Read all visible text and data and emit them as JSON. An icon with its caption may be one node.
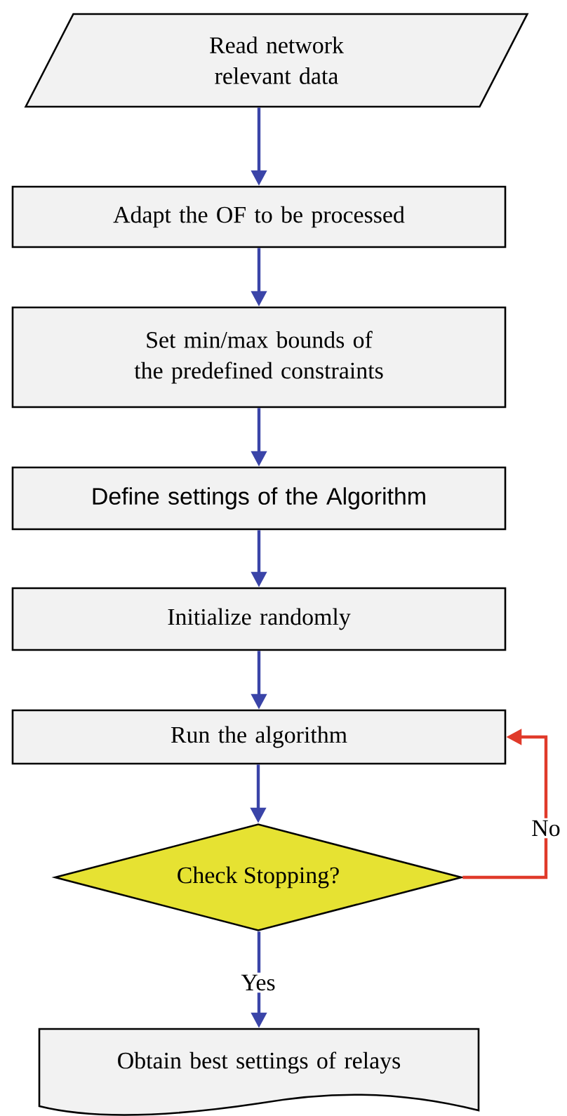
{
  "diagram": {
    "nodes": [
      {
        "text": [
          "Read network relevant data"
        ]
      },
      {
        "text": [
          "Adapt the OF to be processed"
        ]
      },
      {
        "text": [
          "Set min/max bounds of the predefined constraints"
        ]
      },
      {
        "text": [
          "Define settings of the Algorithm"
        ]
      },
      {
        "text": [
          "Initialize randomly"
        ]
      },
      {
        "text": [
          "Run the algorithm"
        ]
      },
      {
        "text": [
          "Check Stopping?"
        ]
      },
      {
        "text": [
          "Obtain best settings of relays"
        ]
      }
    ],
    "edges": [
      {
        "from": 0,
        "to": 1,
        "arrow": "to"
      },
      {
        "from": 1,
        "to": 2,
        "arrow": "to"
      },
      {
        "from": 2,
        "to": 3,
        "arrow": "to"
      },
      {
        "from": 3,
        "to": 4,
        "arrow": "to"
      },
      {
        "from": 4,
        "to": 5,
        "arrow": "to"
      },
      {
        "from": 5,
        "to": 6,
        "arrow": "to"
      },
      {
        "from": 6,
        "to": 7,
        "arrow": "to",
        "label": "Yes"
      },
      {
        "from": 6,
        "to": 5,
        "arrow": "to",
        "label": "No",
        "color": "#e03a2a"
      }
    ]
  }
}
